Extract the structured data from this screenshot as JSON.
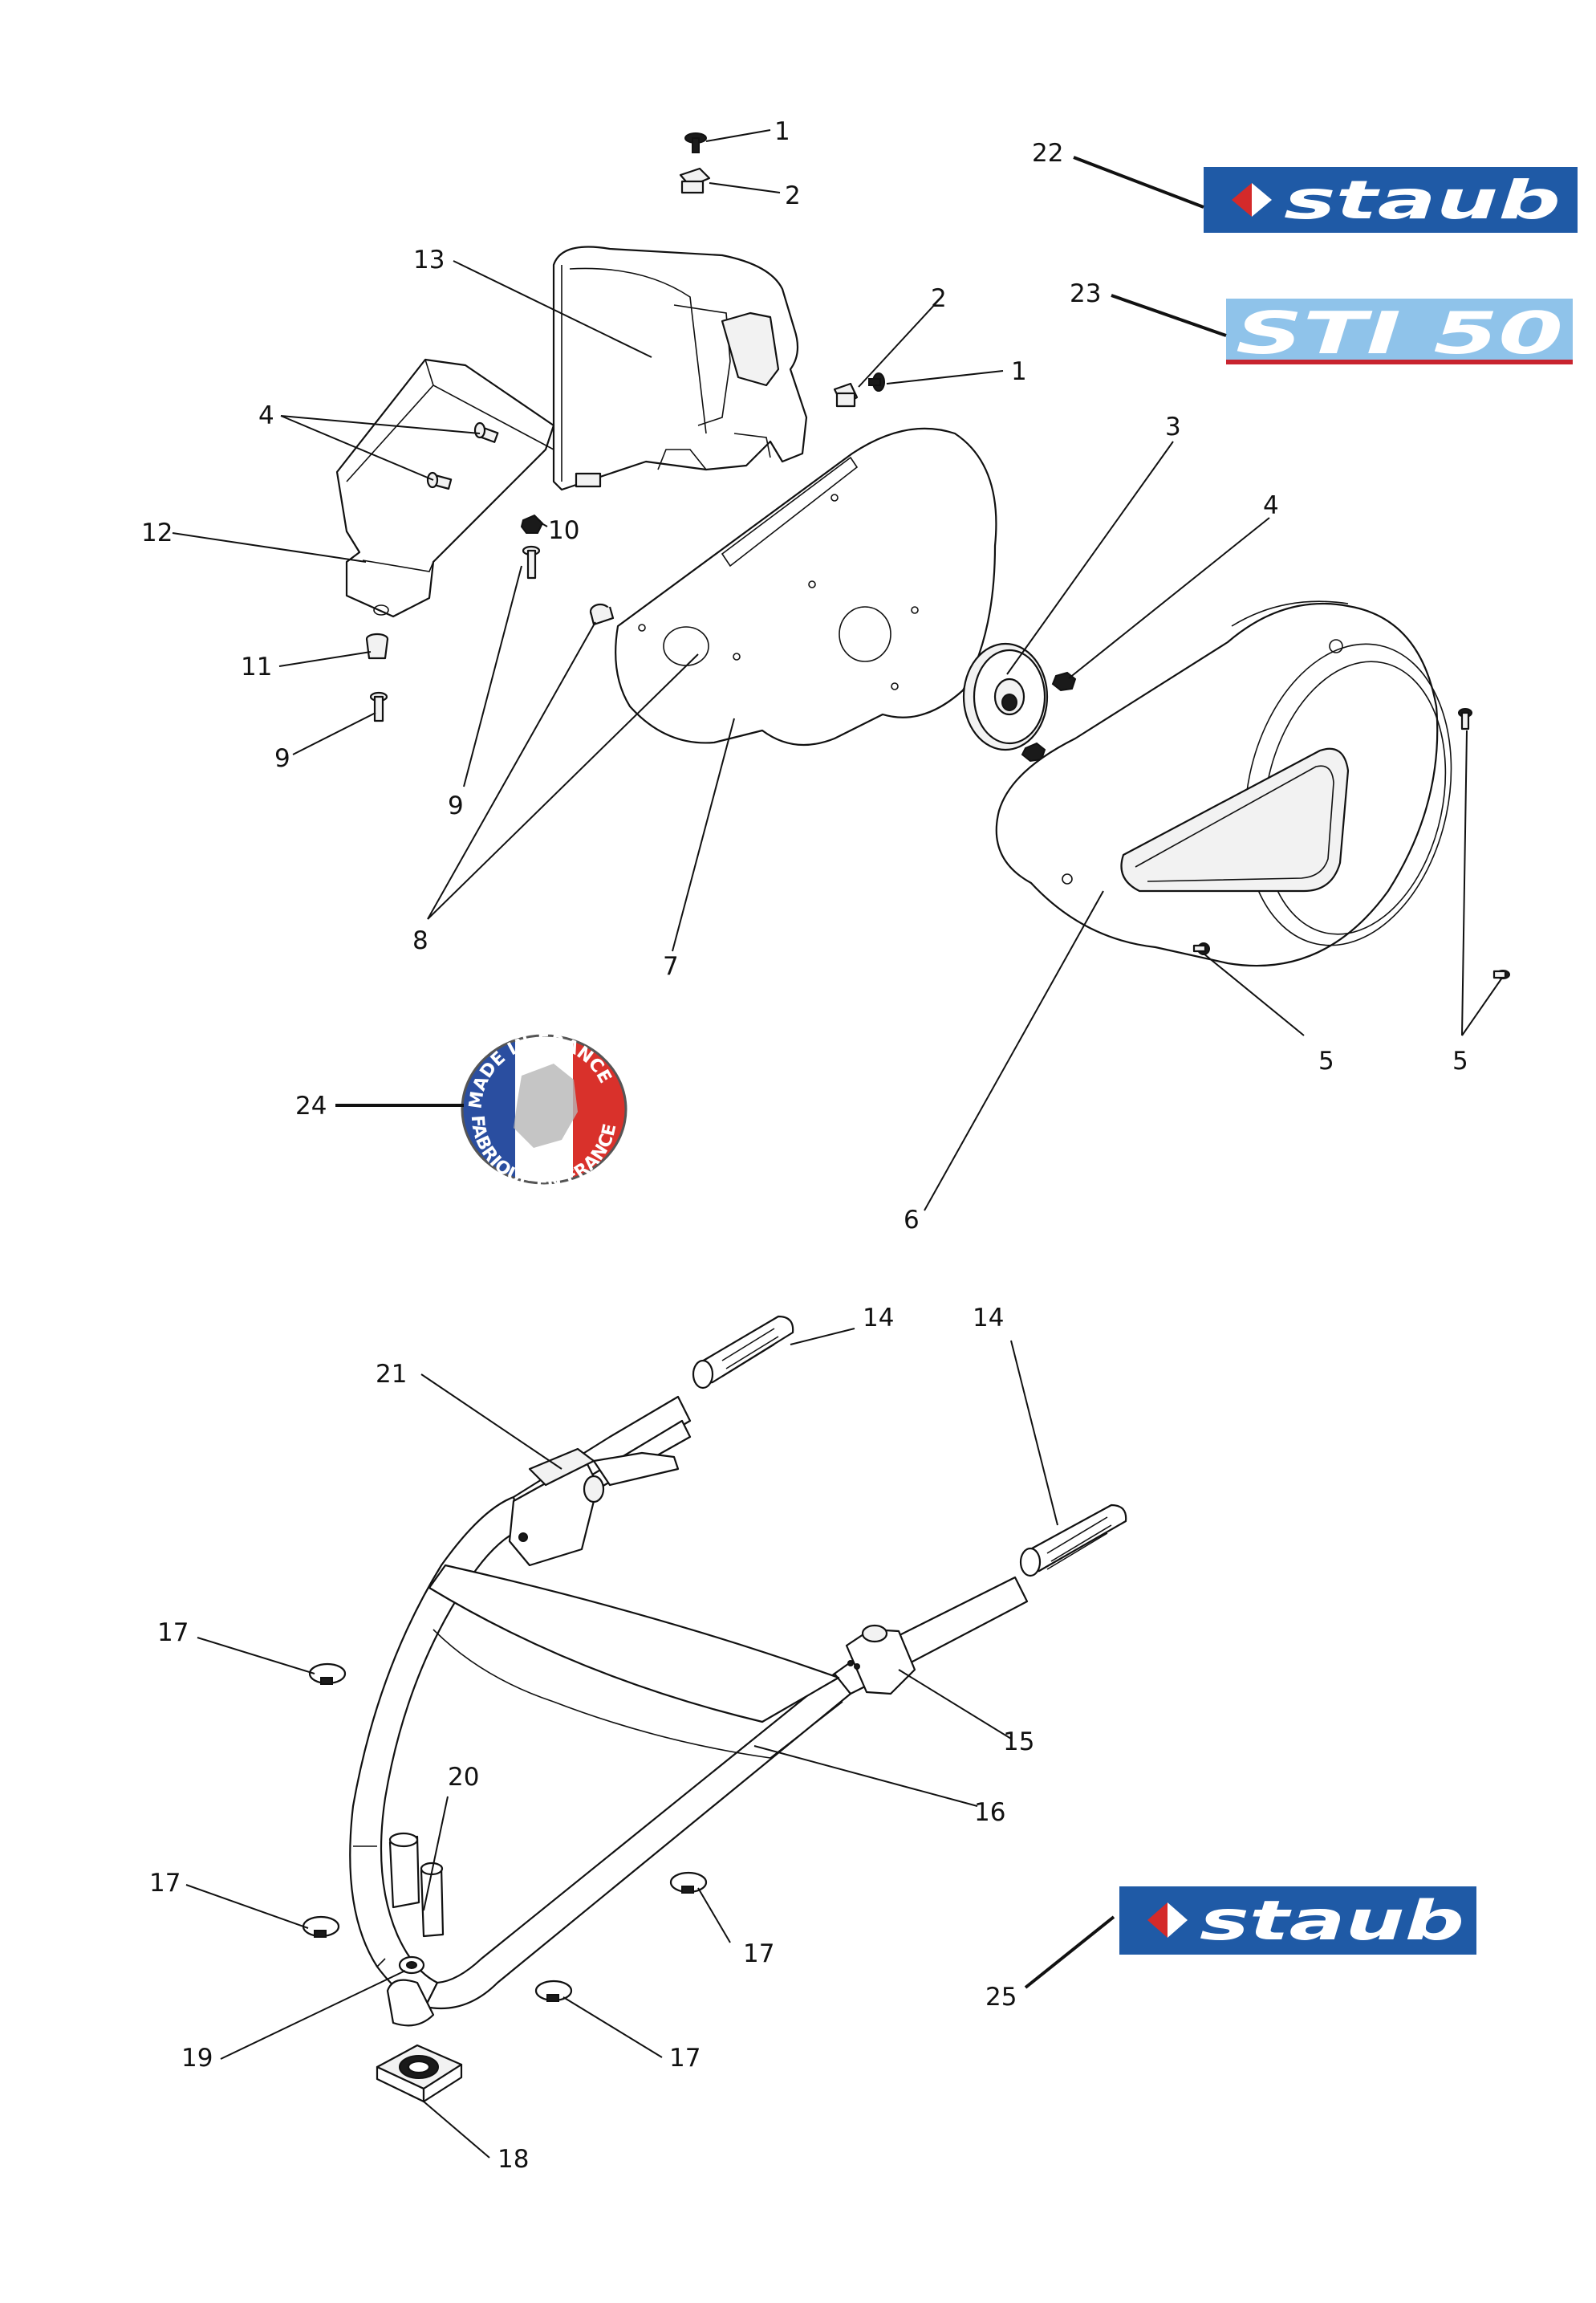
{
  "callouts": {
    "c1a": "1",
    "c2a": "2",
    "c2b": "2",
    "c1b": "1",
    "c13": "13",
    "c4a": "4",
    "c10": "10",
    "c12": "12",
    "c11": "11",
    "c9a": "9",
    "c9b": "9",
    "c8": "8",
    "c7": "7",
    "c3": "3",
    "c4b": "4",
    "c5a": "5",
    "c5b": "5",
    "c6": "6",
    "c22": "22",
    "c23": "23",
    "c24": "24",
    "c14a": "14",
    "c14b": "14",
    "c21": "21",
    "c17a": "17",
    "c15": "15",
    "c16": "16",
    "c20": "20",
    "c17b": "17",
    "c17c": "17",
    "c17d": "17",
    "c19": "19",
    "c18": "18",
    "c25": "25"
  },
  "logos": {
    "brand": "staub",
    "model": "STI 50",
    "origin_top": "MADE IN FRANCE",
    "origin_bottom": "FABRIQUÉ EN FRANCE"
  },
  "colors": {
    "brand_blue": "#1f5aa6",
    "brand_red": "#d42a2a",
    "model_bg": "#8fc3ea",
    "model_stripe": "#c8242f",
    "flag_blue": "#2a4ea0",
    "flag_red": "#d9312b"
  }
}
